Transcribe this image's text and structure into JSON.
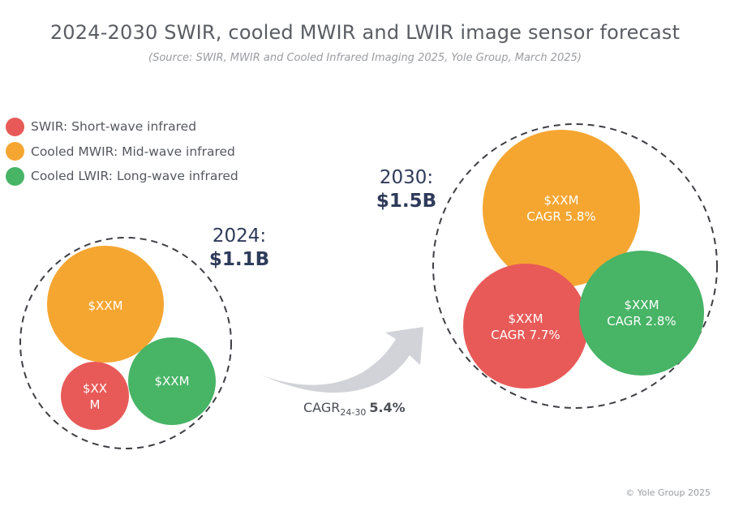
{
  "header": {
    "title": "2024-2030 SWIR, cooled MWIR and LWIR image sensor forecast",
    "subtitle": "(Source: SWIR, MWIR and Cooled Infrared Imaging 2025, Yole Group, March 2025)"
  },
  "colors": {
    "swir": "#e85a58",
    "mwir": "#f5a631",
    "lwir": "#47b466"
  },
  "legend": [
    {
      "label": "SWIR: Short-wave infrared",
      "color": "#e85a58"
    },
    {
      "label": "Cooled MWIR: Mid-wave infrared",
      "color": "#f5a631"
    },
    {
      "label": "Cooled LWIR: Long-wave infrared",
      "color": "#47b466"
    }
  ],
  "chart_data": {
    "type": "bubble",
    "title": "2024-2030 SWIR, cooled MWIR and LWIR image sensor forecast",
    "groups": [
      {
        "year": "2024:",
        "total": "$1.1B",
        "bubbles": [
          {
            "series": "Cooled MWIR",
            "lines": [
              "$XXM"
            ]
          },
          {
            "series": "SWIR",
            "lines": [
              "$XX",
              "M"
            ]
          },
          {
            "series": "Cooled LWIR",
            "lines": [
              "$XXM"
            ]
          }
        ]
      },
      {
        "year": "2030:",
        "total": "$1.5B",
        "bubbles": [
          {
            "series": "Cooled MWIR",
            "lines": [
              "$XXM",
              "CAGR 5.8%"
            ]
          },
          {
            "series": "SWIR",
            "lines": [
              "$XXM",
              "CAGR 7.7%"
            ]
          },
          {
            "series": "Cooled LWIR",
            "lines": [
              "$XXM",
              "CAGR 2.8%"
            ]
          }
        ]
      }
    ],
    "overall_cagr": {
      "label": "CAGR",
      "subscript": "24-30",
      "value": "5.4%"
    }
  },
  "footer": {
    "copyright": "© Yole Group 2025"
  }
}
